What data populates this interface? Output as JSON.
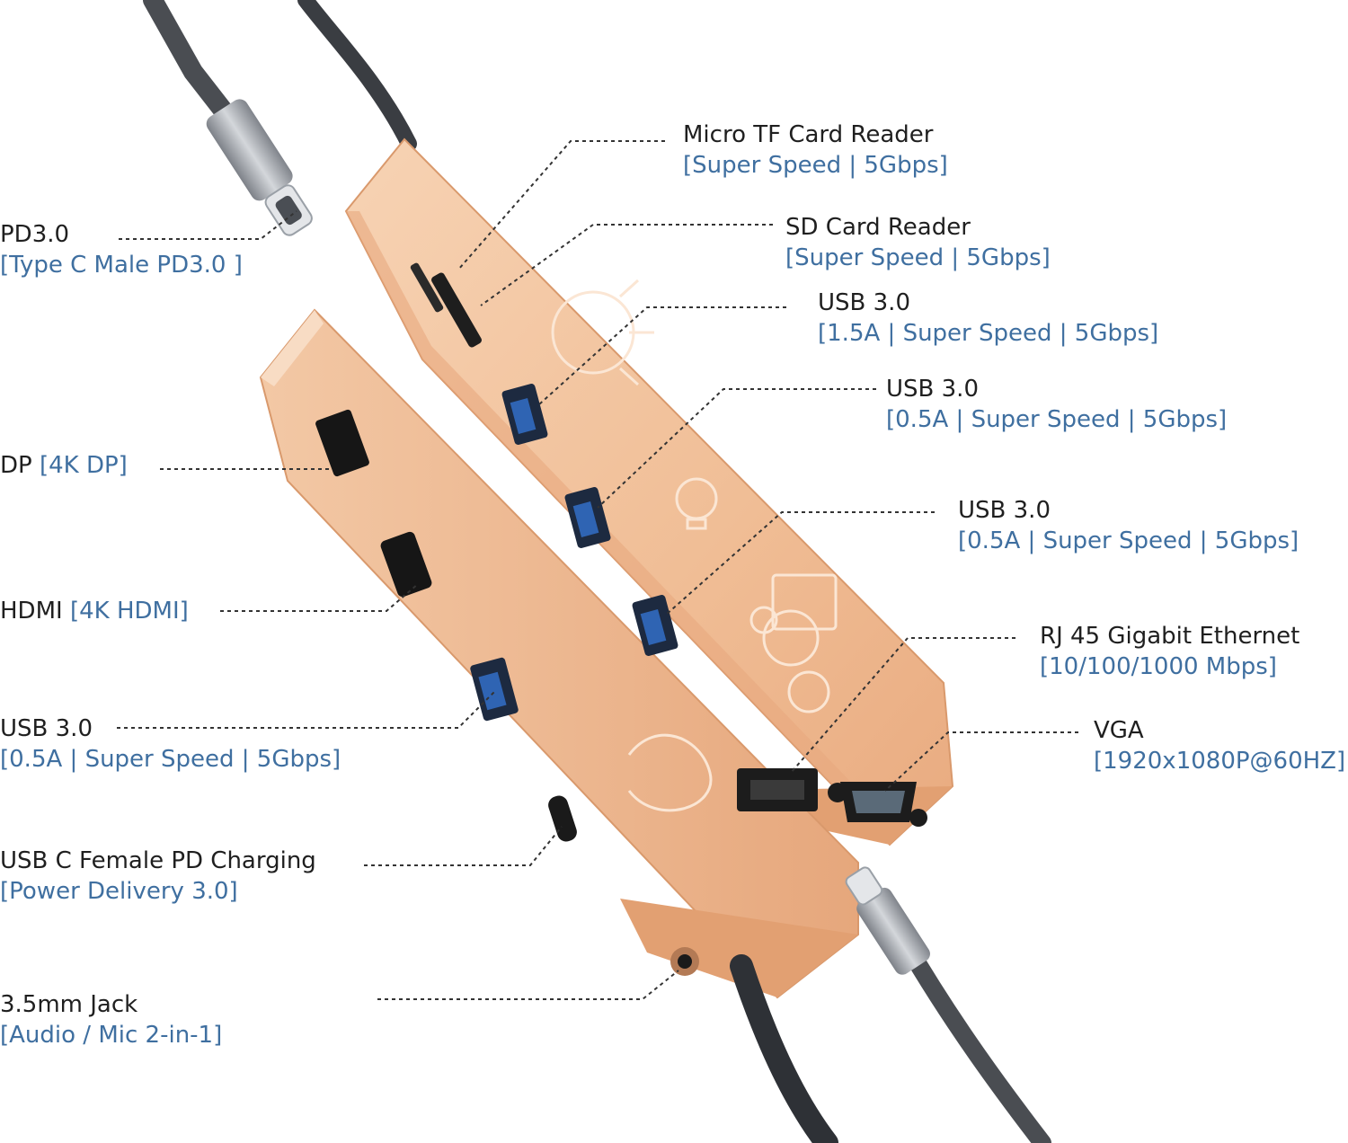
{
  "colors": {
    "accent": "#3f6fa0",
    "text": "#1f1f1f",
    "hub_body": "#f1c09a",
    "hub_shade": "#e0a47c",
    "cable": "#3a3d42"
  },
  "callouts": {
    "pd30": {
      "title": "PD3.0",
      "spec": "[Type C Male PD3.0 ]"
    },
    "micro_tf": {
      "title": "Micro TF Card Reader",
      "spec": "[Super Speed | 5Gbps]"
    },
    "sd": {
      "title": "SD Card Reader",
      "spec": "[Super Speed | 5Gbps]"
    },
    "usb_a1": {
      "title": "USB 3.0",
      "spec": "[1.5A | Super Speed | 5Gbps]"
    },
    "usb_a2": {
      "title": "USB 3.0",
      "spec": "[0.5A | Super Speed | 5Gbps]"
    },
    "usb_a3": {
      "title": "USB 3.0",
      "spec": "[0.5A | Super Speed | 5Gbps]"
    },
    "dp": {
      "title": "DP",
      "spec": "[4K DP]"
    },
    "hdmi": {
      "title": "HDMI",
      "spec": "[4K HDMI]"
    },
    "rj45": {
      "title": "RJ 45 Gigabit Ethernet",
      "spec": "[10/100/1000 Mbps]"
    },
    "usb_left": {
      "title": "USB 3.0",
      "spec": "[0.5A | Super Speed | 5Gbps]"
    },
    "vga": {
      "title": "VGA",
      "spec": "[1920x1080P@60HZ]"
    },
    "usbc_female": {
      "title": "USB C Female PD Charging",
      "spec": "[Power Delivery 3.0]"
    },
    "jack": {
      "title": "3.5mm Jack",
      "spec": "[Audio / Mic 2-in-1]"
    }
  },
  "icons": [
    "usb-c-plug-icon",
    "sd-slot-icon",
    "usb-a-port-icon",
    "displayport-icon",
    "hdmi-port-icon",
    "ethernet-port-icon",
    "vga-port-icon",
    "audio-jack-icon",
    "lightbulb-icon",
    "gear-icon"
  ]
}
